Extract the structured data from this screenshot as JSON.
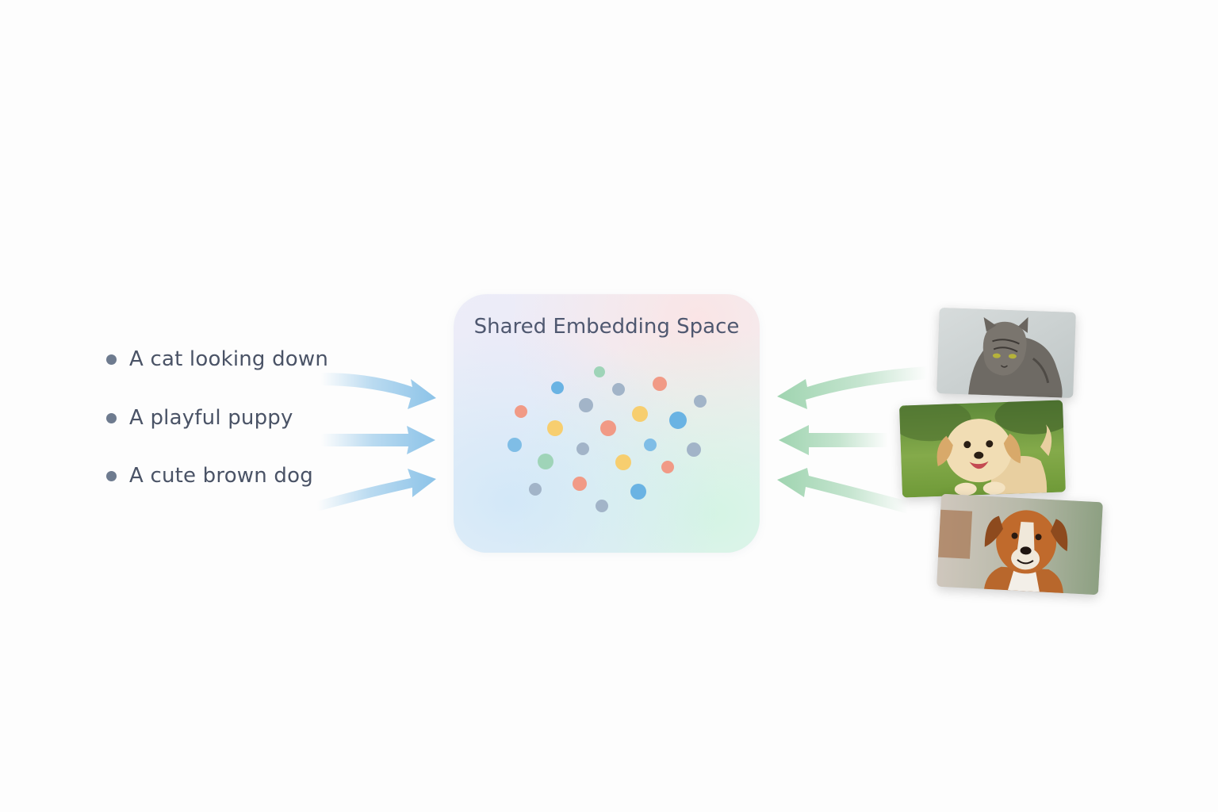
{
  "diagram": {
    "title": "Shared Embedding Space",
    "captions": [
      {
        "text": "A cat looking down"
      },
      {
        "text": "A playful puppy"
      },
      {
        "text": "A cute brown dog"
      }
    ],
    "images": [
      {
        "subject": "cat-photo"
      },
      {
        "subject": "puppy-photo"
      },
      {
        "subject": "brown-dog-photo"
      }
    ],
    "colors": {
      "text_arrow": "#8cc3e8",
      "image_arrow": "#9fd4b0",
      "dot_palette": [
        "#f19a86",
        "#7fbde6",
        "#a2b4c8",
        "#f7ce6f",
        "#9fd4b8",
        "#6ab3e3"
      ]
    }
  }
}
